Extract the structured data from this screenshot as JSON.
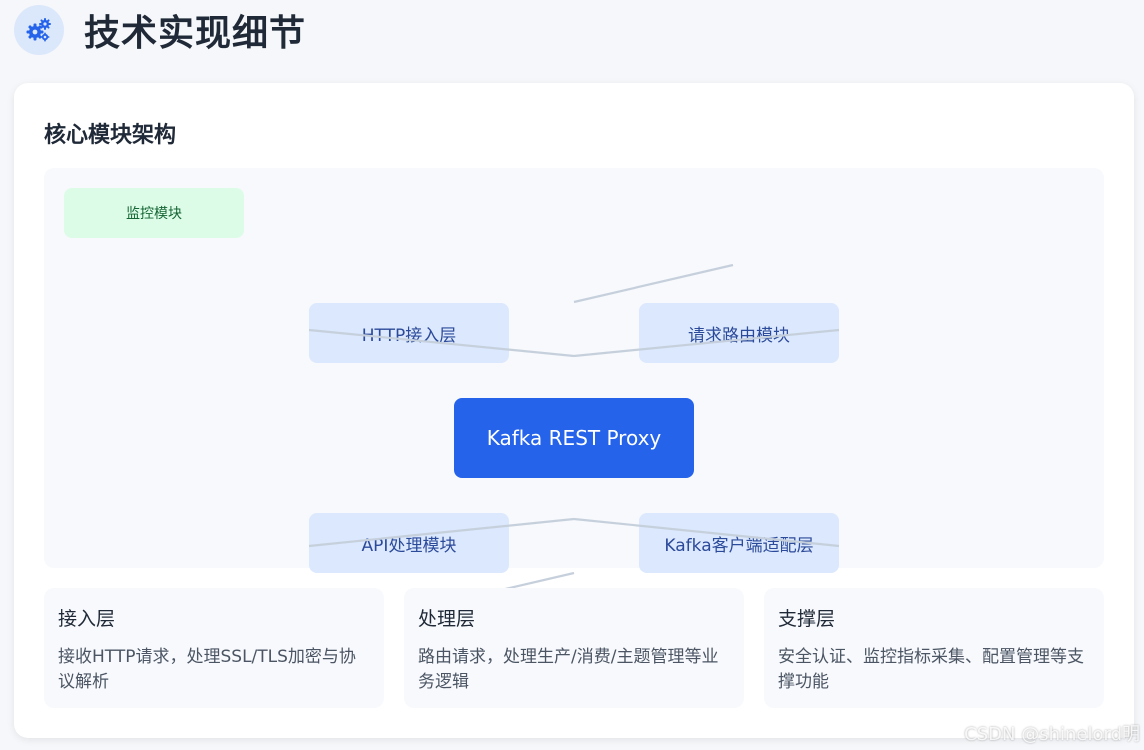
{
  "header": {
    "title": "技术实现细节",
    "icon": "gears-icon",
    "icon_color": "#2563eb"
  },
  "section": {
    "title": "核心模块架构"
  },
  "diagram": {
    "nodes": {
      "monitor": "监控模块",
      "http": "HTTP接入层",
      "route": "请求路由模块",
      "core": "Kafka REST Proxy",
      "api": "API处理模块",
      "adapter": "Kafka客户端适配层"
    },
    "colors": {
      "core": "#2563eb",
      "module": "#dbe8fd",
      "monitor": "#dcfce7"
    }
  },
  "layers": [
    {
      "title": "接入层",
      "desc": "接收HTTP请求，处理SSL/TLS加密与协议解析"
    },
    {
      "title": "处理层",
      "desc": "路由请求，处理生产/消费/主题管理等业务逻辑"
    },
    {
      "title": "支撑层",
      "desc": "安全认证、监控指标采集、配置管理等支撑功能"
    }
  ],
  "watermark": "CSDN @shinelord明"
}
